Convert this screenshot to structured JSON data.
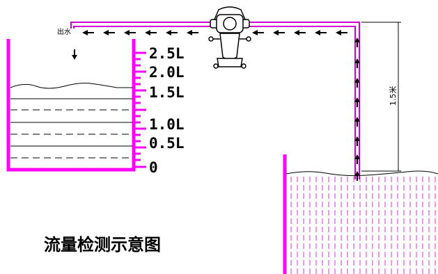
{
  "caption": "流量检测示意图",
  "outlet_label": "出水",
  "height_label": "1.5米",
  "scale_labels": [
    "2.5L",
    "2.0L",
    "1.5L",
    "1.0L",
    "0.5L",
    "0"
  ],
  "colors": {
    "pipe": "#d000d0",
    "tank_wall": "#ff00ff",
    "line": "#000000"
  }
}
